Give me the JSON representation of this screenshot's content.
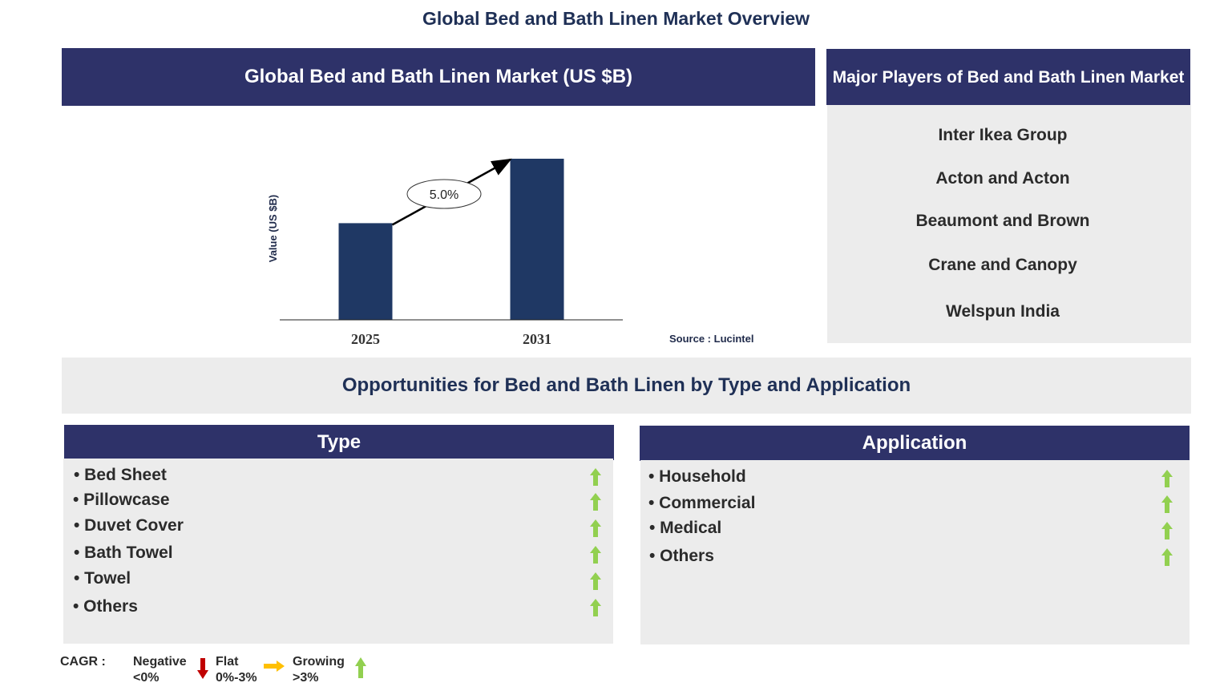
{
  "page_title": "Global Bed and Bath Linen Market Overview",
  "market_panel": {
    "title": "Global Bed and Bath Linen Market (US $B)"
  },
  "chart_data": {
    "type": "bar",
    "categories": [
      "2025",
      "2031"
    ],
    "values": [
      60,
      100
    ],
    "ylabel": "Value (US $B)",
    "ylim": [
      0,
      100
    ],
    "cagr_label": "5.0%",
    "grid": false,
    "source": "Source : Lucintel",
    "bar_color": "#1f3864"
  },
  "players_panel": {
    "title": "Major Players of Bed and Bath Linen Market",
    "players": [
      "Inter Ikea Group",
      "Acton and Acton",
      "Beaumont and Brown",
      "Crane and Canopy",
      "Welspun India"
    ]
  },
  "opportunities_title": "Opportunities for Bed and Bath Linen by Type and Application",
  "type_panel": {
    "title": "Type",
    "items": [
      "• Bed Sheet",
      "• Pillowcase",
      "• Duvet Cover",
      "• Bath Towel",
      "• Towel",
      "• Others"
    ],
    "trend": [
      "growing",
      "growing",
      "growing",
      "growing",
      "growing",
      "growing"
    ]
  },
  "application_panel": {
    "title": "Application",
    "items": [
      "• Household",
      "• Commercial",
      "• Medical",
      "• Others"
    ],
    "trend": [
      "growing",
      "growing",
      "growing",
      "growing"
    ]
  },
  "legend": {
    "cagr_label": "CAGR :",
    "negative": {
      "label": "Negative",
      "range": "<0%",
      "color": "#c00000"
    },
    "flat": {
      "label": "Flat",
      "range": "0%-3%",
      "color": "#ffc000"
    },
    "growing": {
      "label": "Growing",
      "range": ">3%",
      "color": "#92d050"
    }
  }
}
